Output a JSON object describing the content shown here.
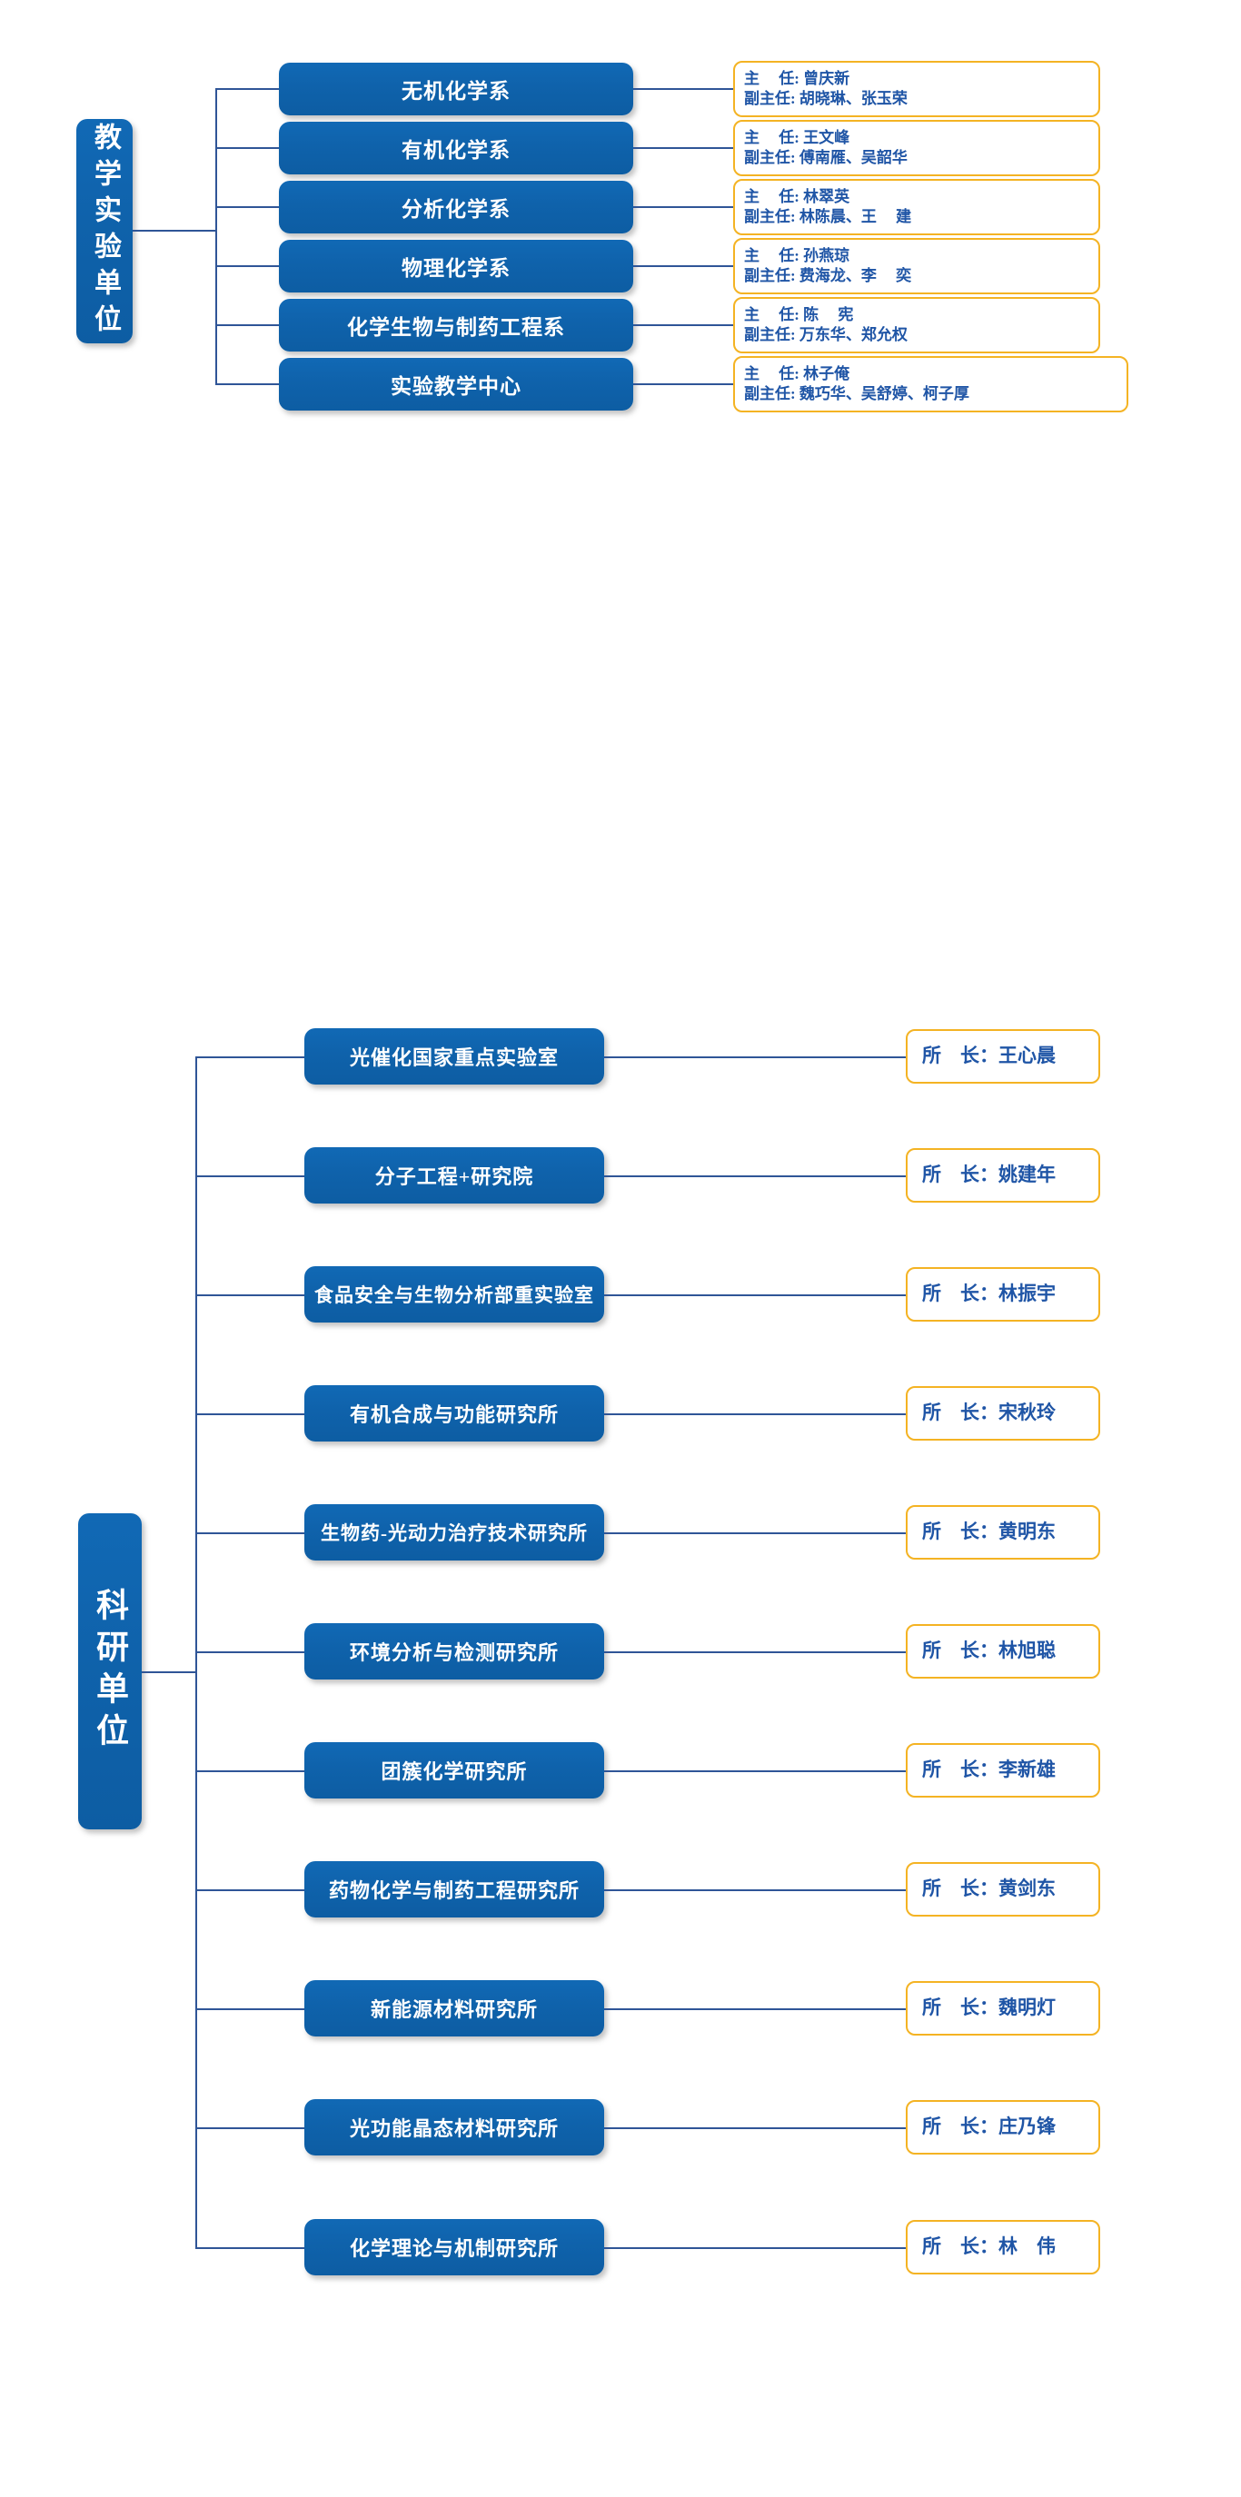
{
  "diagram": {
    "type": "organizational-chart",
    "sections": [
      {
        "id": "teaching",
        "root_label": "教学实验单位",
        "nodes": [
          {
            "name": "无机化学系",
            "director_line": "主　 任: 曾庆新",
            "deputy_line": "副主任: 胡晓琳、张玉荣"
          },
          {
            "name": "有机化学系",
            "director_line": "主　 任: 王文峰",
            "deputy_line": "副主任: 傅南雁、吴韶华"
          },
          {
            "name": "分析化学系",
            "director_line": "主　 任: 林翠英",
            "deputy_line": "副主任: 林陈晨、王　 建"
          },
          {
            "name": "物理化学系",
            "director_line": "主　 任: 孙燕琼",
            "deputy_line": "副主任: 费海龙、李　 奕"
          },
          {
            "name": "化学生物与制药工程系",
            "director_line": "主　 任: 陈　 宪",
            "deputy_line": "副主任: 万东华、郑允权"
          },
          {
            "name": "实验教学中心",
            "director_line": "主　 任: 林子俺",
            "deputy_line": "副主任: 魏巧华、吴舒婷、柯子厚"
          }
        ]
      },
      {
        "id": "research",
        "root_label": "科研单位",
        "nodes": [
          {
            "name": "光催化国家重点实验室",
            "head_line": "所　长：王心晨"
          },
          {
            "name": "分子工程+研究院",
            "head_line": "所　长：姚建年"
          },
          {
            "name": "食品安全与生物分析部重实验室",
            "head_line": "所　长：林振宇"
          },
          {
            "name": "有机合成与功能研究所",
            "head_line": "所　长：宋秋玲"
          },
          {
            "name": "生物药-光动力治疗技术研究所",
            "head_line": "所　长：黄明东"
          },
          {
            "name": "环境分析与检测研究所",
            "head_line": "所　长：林旭聪"
          },
          {
            "name": "团簇化学研究所",
            "head_line": "所　长：李新雄"
          },
          {
            "name": "药物化学与制药工程研究所",
            "head_line": "所　长：黄剑东"
          },
          {
            "name": "新能源材料研究所",
            "head_line": "所　长：魏明灯"
          },
          {
            "name": "光功能晶态材料研究所",
            "head_line": "所　长：庄乃锋"
          },
          {
            "name": "化学理论与机制研究所",
            "head_line": "所　长：林　伟"
          }
        ]
      }
    ],
    "colors": {
      "node_blue": "#0f62ab",
      "card_border_yellow": "#f4b323",
      "card_text_blue": "#1f55a6",
      "connector_blue": "#2f5597",
      "page_background": "#ffffff"
    }
  }
}
